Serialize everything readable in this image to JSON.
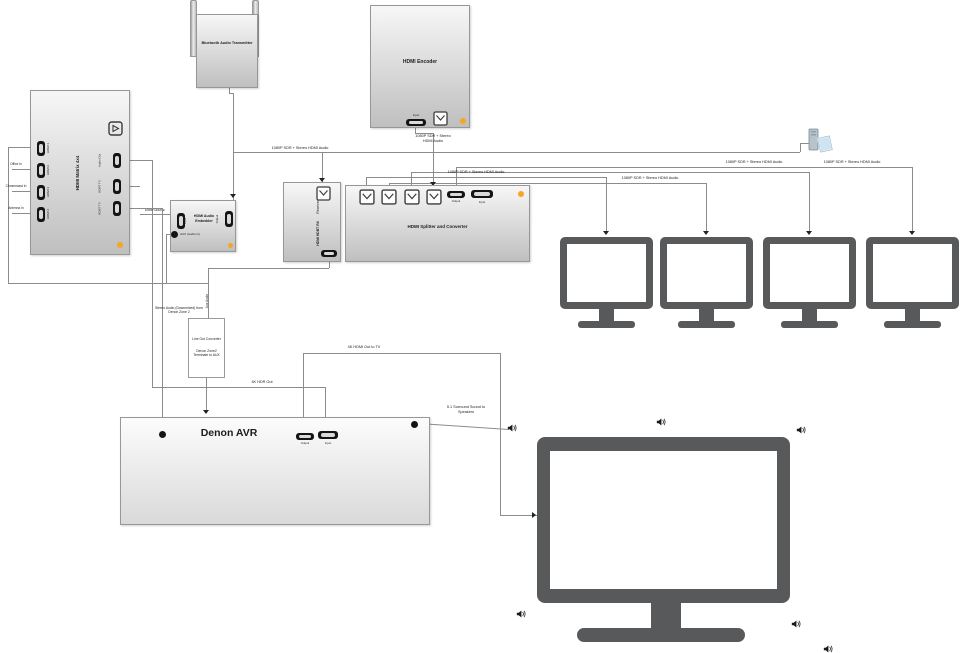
{
  "colors": {
    "accent_dot": "#f5a623",
    "wire": "#8c8c8c",
    "device_fill_top": "#f7f7f7",
    "device_fill_bottom": "#bfbfbf",
    "display_body": "#58595b",
    "display_screen": "#ffffff",
    "pc_icon_blue": "#cfe4f2"
  },
  "devices": {
    "bluetooth_transmitter": {
      "label": "Bluetooth Audio Transmitter"
    },
    "hdmi_encoder": {
      "label": "HDMI Encoder",
      "input_port": "Input"
    },
    "hdmi_matrix": {
      "title": "HDMI Matrix 4x4",
      "inputs": [
        "HDMI 1",
        "HDMI 2",
        "HDMI 3",
        "HDMI 4"
      ],
      "sources": [
        "Office In",
        "Chromecast In",
        "Antenna In"
      ],
      "outputs": [
        "Audio Out",
        "HDBT TX",
        "HDBT TX"
      ]
    },
    "audio_embedder": {
      "title": "HDMI Audio Embedder",
      "input_port": "Input",
      "output_port": "Output",
      "aux_port": "AUX (Audio In)"
    },
    "hdbt_rx": {
      "title": "HDMI HDBT RX",
      "subtitle": "Receiver"
    },
    "hdmi_splitter": {
      "title": "HDMI Splitter and Converter",
      "output_port": "Output",
      "input_port": "Input"
    },
    "line_out_converter": {
      "title": "Line Out Converter",
      "note": "Denon Zone2 Terminate to AUX"
    },
    "denon_avr": {
      "title": "Denon AVR",
      "output_port": "Output",
      "input_port": "Input"
    }
  },
  "wire_labels": {
    "hdmi_1080p": "1080P SDR + Stereo HDMI Audio",
    "embedder_in": "1080P HDMI In",
    "aux_audio": "Aux Audio",
    "zone2": "Stereo Audio (Downmixed) from Denon Zone 2",
    "hdr_out": "4K HDR Out",
    "tv_out": "4K HDMI Out to TV",
    "surround": "5.1 Surround Sound to Speakers"
  }
}
